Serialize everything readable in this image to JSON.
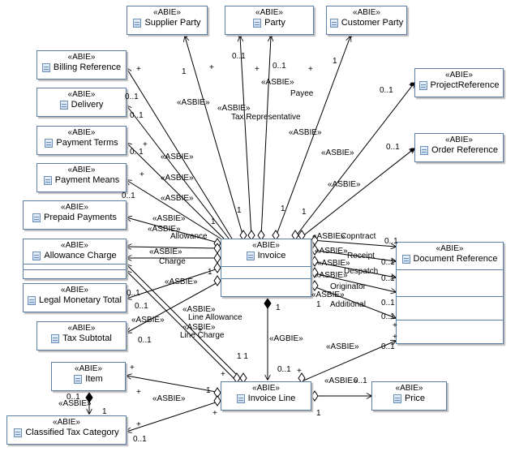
{
  "diagram": {
    "stereotype": "«ABIE»",
    "nodes": {
      "supplier_party": "Supplier Party",
      "party": "Party",
      "customer_party": "Customer Party",
      "billing_reference": "Billing Reference",
      "delivery": "Delivery",
      "payment_terms": "Payment Terms",
      "payment_means": "Payment Means",
      "prepaid_payments": "Prepaid Payments",
      "allowance_charge": "Allowance Charge",
      "legal_monetary_total": "Legal Monetary Total",
      "tax_subtotal": "Tax Subtotal",
      "item": "Item",
      "classified_tax_category": "Classified Tax Category",
      "invoice": "Invoice",
      "invoice_line": "Invoice Line",
      "price": "Price",
      "project_reference": "ProjectReference",
      "order_reference": "Order Reference",
      "document_reference": "Document Reference"
    },
    "asbie": "«ASBIE»",
    "agbie": "«AGBIE»",
    "roles": {
      "payee": "Payee",
      "tax_representative": "Tax Representative",
      "allowance": "Allowance",
      "charge": "Charge",
      "line_allowance": "Line Allowance",
      "line_charge": "Line Charge",
      "copntract": "Copntract",
      "receipt": "Receipt",
      "despatch": "Despatch",
      "originator": "Originator",
      "additional": "Additional"
    },
    "mult": {
      "one": "1",
      "zero_one": "0..1",
      "plus": "+",
      "one_one": "1 1"
    }
  }
}
